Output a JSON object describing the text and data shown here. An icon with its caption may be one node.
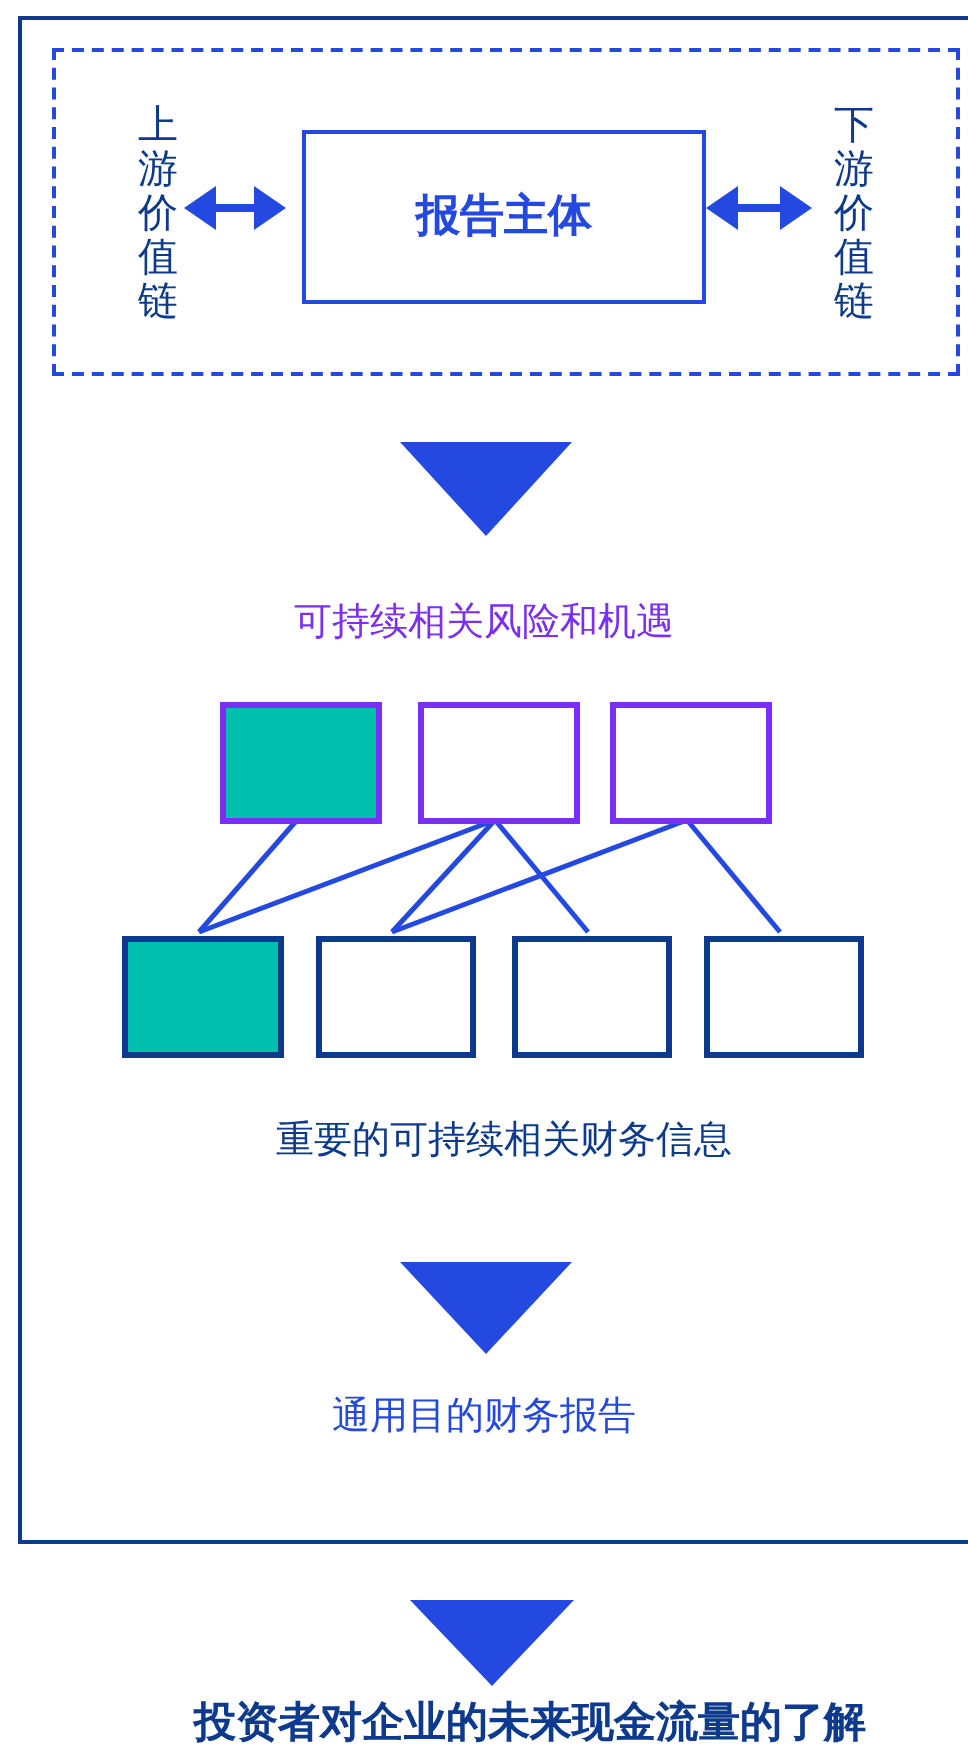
{
  "diagram": {
    "nodes": [
      {
        "text": [],
        "shape": "box"
      },
      {
        "text": [],
        "shape": "box",
        "in": 0
      },
      {
        "text": [
          "上游价值链"
        ],
        "in": 1
      },
      {
        "text": [
          "报告主体"
        ],
        "in": 1
      },
      {
        "text": [
          "下游价值链"
        ],
        "in": 1
      },
      {
        "text": [
          "可持续相关风险和机遇"
        ],
        "in": 0
      },
      {
        "text": [],
        "shape": "box",
        "in": 0
      },
      {
        "text": [],
        "shape": "box",
        "in": 0
      },
      {
        "text": [],
        "shape": "box",
        "in": 0
      },
      {
        "text": [],
        "shape": "box",
        "in": 0
      },
      {
        "text": [],
        "shape": "box",
        "in": 0
      },
      {
        "text": [],
        "shape": "box",
        "in": 0
      },
      {
        "text": [],
        "shape": "box",
        "in": 0
      },
      {
        "text": [
          "重要的可持续相关财务信息"
        ],
        "in": 0
      },
      {
        "text": [
          "通用目的财务报告"
        ],
        "in": 0
      },
      {
        "text": [
          "投资者对企业的未来现金流量的了解"
        ]
      }
    ],
    "edges": [
      {
        "from": 2,
        "to": 3,
        "arrow": "both"
      },
      {
        "from": 3,
        "to": 4,
        "arrow": "both"
      },
      {
        "from": 1,
        "to": 5,
        "arrow": "to"
      },
      {
        "from": 6,
        "to": 9,
        "arrow": "none"
      },
      {
        "from": 7,
        "to": 9,
        "arrow": "none"
      },
      {
        "from": 7,
        "to": 10,
        "arrow": "none"
      },
      {
        "from": 7,
        "to": 11,
        "arrow": "none"
      },
      {
        "from": 8,
        "to": 10,
        "arrow": "none"
      },
      {
        "from": 8,
        "to": 12,
        "arrow": "none"
      },
      {
        "from": 13,
        "to": 14,
        "arrow": "to"
      },
      {
        "from": 0,
        "to": 15,
        "arrow": "to"
      }
    ]
  }
}
